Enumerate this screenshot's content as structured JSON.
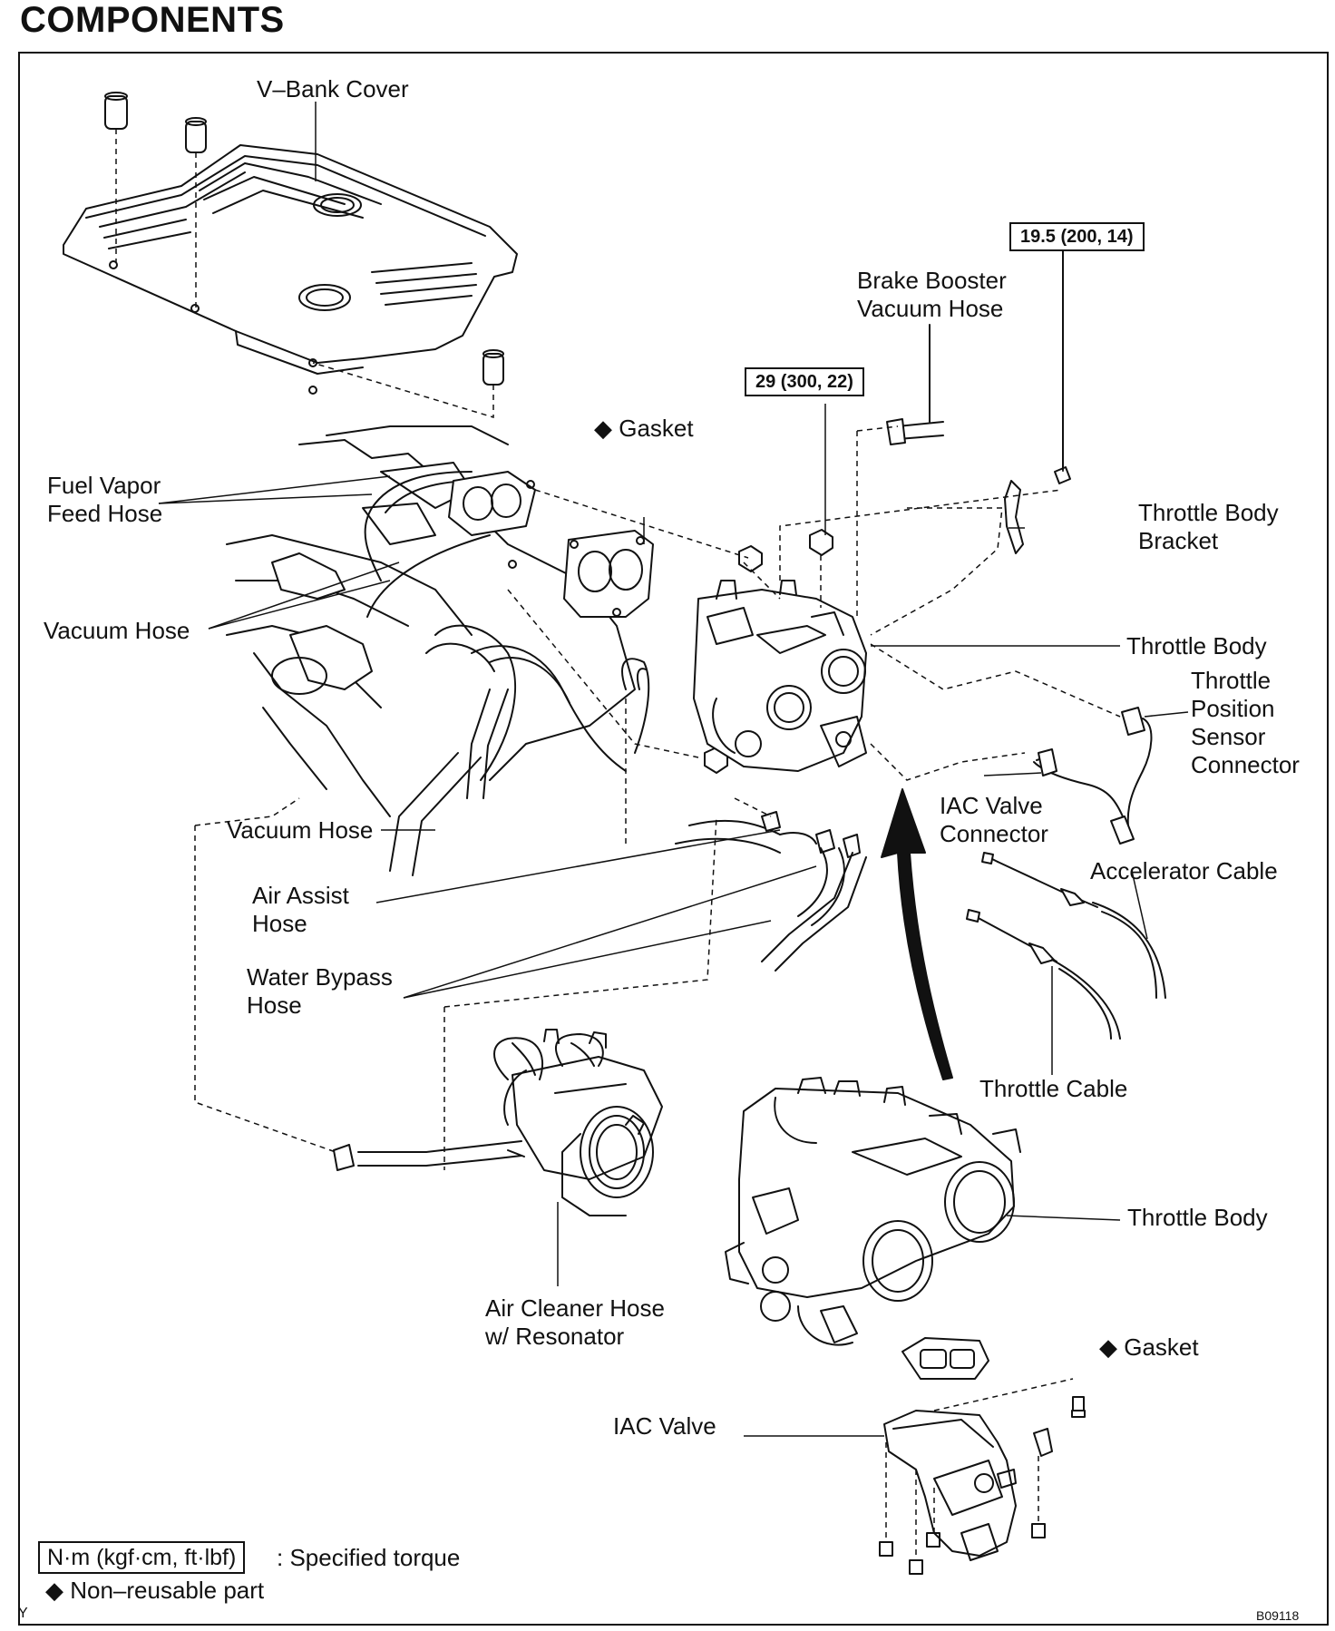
{
  "title": "COMPONENTS",
  "labels": {
    "v_bank_cover": "V–Bank Cover",
    "brake_booster_hose": "Brake Booster\nVacuum Hose",
    "gasket_top": "◆ Gasket",
    "fuel_vapor_feed_hose": "Fuel Vapor\nFeed Hose",
    "throttle_body_bracket": "Throttle Body\nBracket",
    "vacuum_hose_1": "Vacuum Hose",
    "throttle_body_1": "Throttle Body",
    "throttle_position_sensor_connector": "Throttle\nPosition\nSensor\nConnector",
    "iac_valve_connector": "IAC Valve\nConnector",
    "vacuum_hose_2": "Vacuum Hose",
    "accelerator_cable": "Accelerator Cable",
    "air_assist_hose": "Air Assist\nHose",
    "water_bypass_hose": "Water Bypass\nHose",
    "throttle_cable": "Throttle Cable",
    "throttle_body_2": "Throttle Body",
    "air_cleaner_hose": "Air Cleaner Hose\nw/ Resonator",
    "gasket_bottom": "◆ Gasket",
    "iac_valve": "IAC Valve"
  },
  "torques": {
    "bracket_bolt": "19.5 (200, 14)",
    "throttle_nut": "29 (300, 22)"
  },
  "legend": {
    "torque_units": "N·m (kgf·cm, ft·lbf)",
    "torque_text": ": Specified torque",
    "nonreusable": "◆ Non–reusable part"
  },
  "corner_letter": "Y",
  "figure_code": "B09118"
}
